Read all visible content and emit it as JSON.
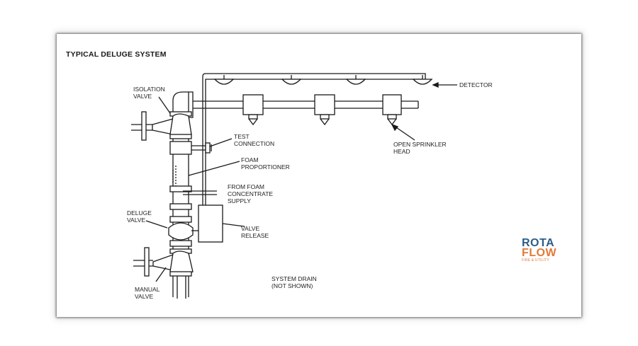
{
  "title": "TYPICAL DELUGE SYSTEM",
  "labels": {
    "isolation_valve": [
      "ISOLATION",
      "VALVE"
    ],
    "test_connection": [
      "TEST",
      "CONNECTION"
    ],
    "foam_proportioner": [
      "FOAM",
      "PROPORTIONER"
    ],
    "from_foam_supply": [
      "FROM FOAM",
      "CONCENTRATE",
      "SUPPLY"
    ],
    "deluge_valve": [
      "DELUGE",
      "VALVE"
    ],
    "valve_release": [
      "VALVE",
      "RELEASE"
    ],
    "manual_valve": [
      "MANUAL",
      "VALVE"
    ],
    "system_drain": [
      "SYSTEM DRAIN",
      "(NOT SHOWN)"
    ],
    "detector": "DETECTOR",
    "open_sprinkler_head": [
      "OPEN SPRINKLER",
      "HEAD"
    ]
  },
  "logo": {
    "line1": "ROTA",
    "line2": "FLOW",
    "line3": "FIRE & UTILITY"
  }
}
